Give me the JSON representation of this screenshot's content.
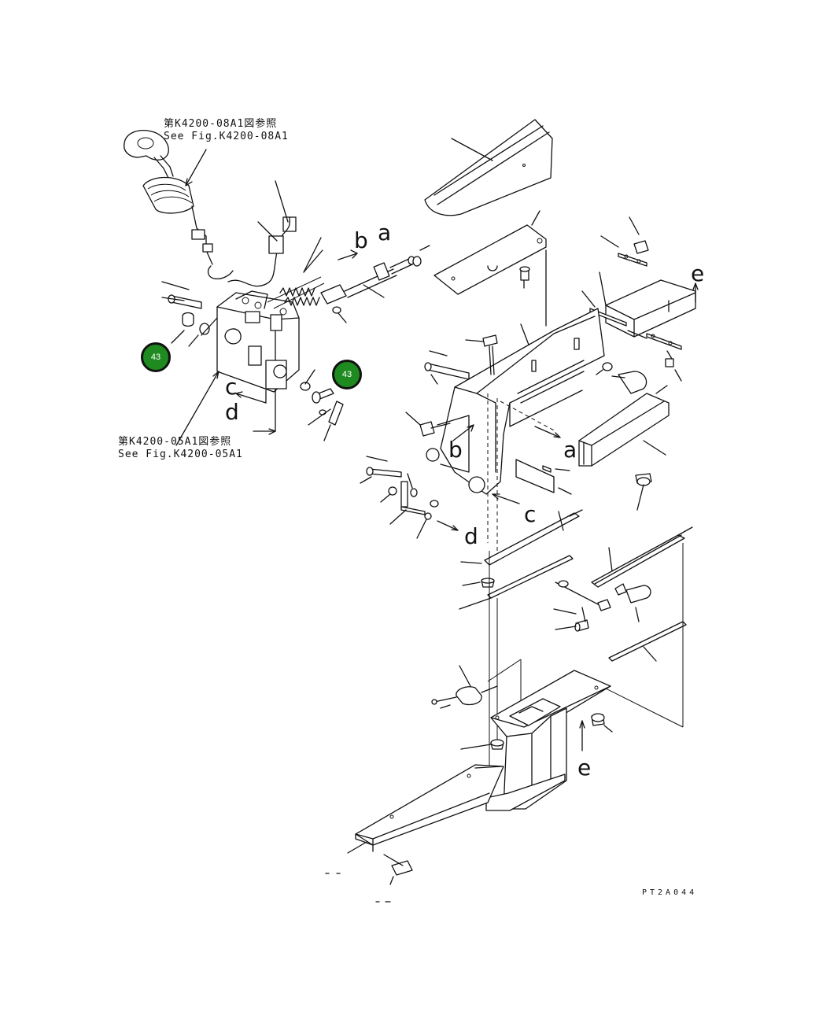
{
  "references": {
    "top": {
      "line1": "第K4200-08A1図参照",
      "line2": "See Fig.K4200-08A1"
    },
    "bottom": {
      "line1": "第K4200-05A1図参照",
      "line2": "See Fig.K4200-05A1"
    }
  },
  "connection_letters": {
    "a_top": "a",
    "b_top": "b",
    "c_left": "c",
    "d_left": "d",
    "e_right": "e",
    "b_mid": "b",
    "a_mid": "a",
    "c_mid": "c",
    "d_low": "d",
    "e_low": "e"
  },
  "callouts": [
    {
      "label": "43"
    },
    {
      "label": "43"
    }
  ],
  "drawing_code": "PT2A044",
  "colors": {
    "badge": "#1f8a1f",
    "line": "#111111",
    "background": "#ffffff"
  }
}
